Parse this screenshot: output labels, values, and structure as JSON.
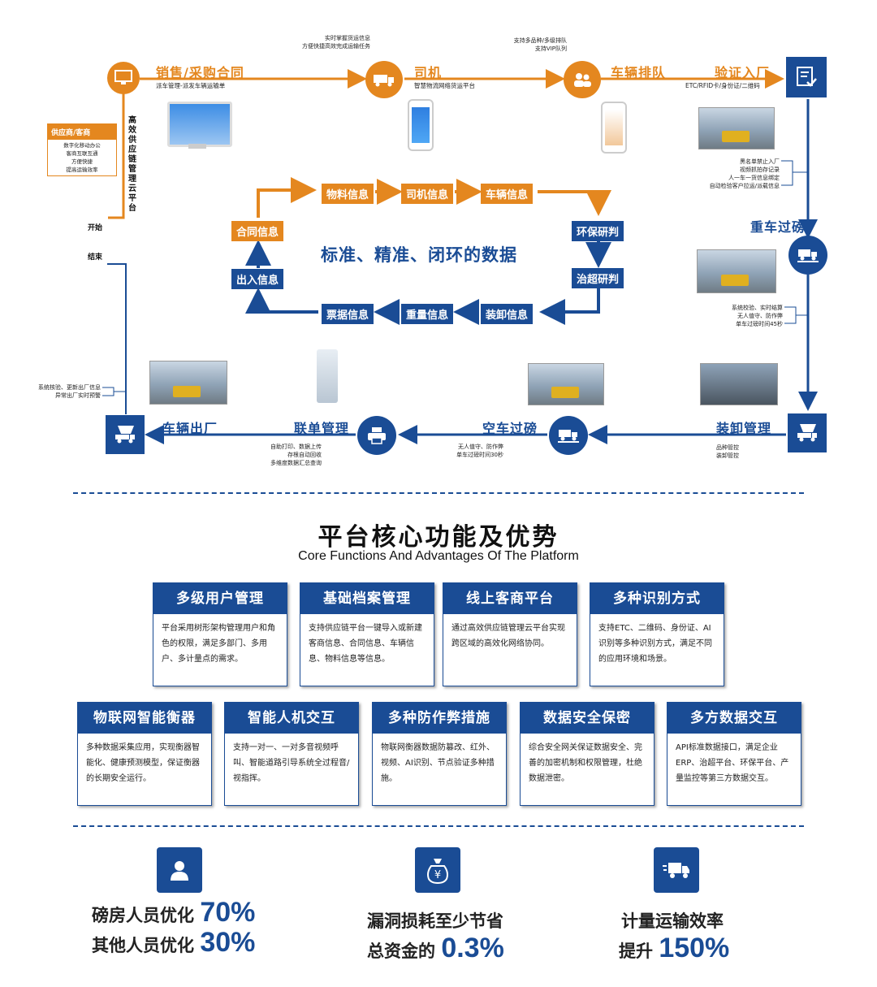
{
  "colors": {
    "orange": "#e4871f",
    "blue": "#1a4c95"
  },
  "flow": {
    "start": "开始",
    "end": "结束",
    "vertical_label": "高效供应链管理云平台",
    "supplier": {
      "title": "供应商/客商",
      "lines": [
        "数字化移动办公",
        "客商互联互通",
        "方便快捷",
        "提高运输效率"
      ]
    },
    "sales": {
      "title": "销售/采购合同",
      "sub": "派车管理-派发车辆运输单",
      "icon": "monitor-icon"
    },
    "driver": {
      "title": "司机",
      "sub": "智慧物流网络货运平台",
      "notes": [
        "实时掌握货运信息",
        "方便快捷高效完成运输任务"
      ],
      "icon": "truck-icon"
    },
    "queue": {
      "title": "车辆排队",
      "notes": [
        "支持多品种/多级排队",
        "支持VIP队列"
      ],
      "icon": "users-icon"
    },
    "verify": {
      "title": "验证入厂",
      "sub": "ETC/RFID卡/身份证/二维码",
      "notes": [
        "黑名单禁止入厂",
        "视频抓拍存记录",
        "人一车一货信息绑定",
        "自动检验客户拉运/派载信息"
      ],
      "icon": "checklist-icon"
    },
    "heavy": {
      "title": "重车过磅",
      "notes": [
        "系统校验、实时结算",
        "无人值守、防作弊",
        "单车过磅时间45秒"
      ]
    },
    "loading": {
      "title": "装卸管理",
      "notes": [
        "品种管控",
        "装卸管控"
      ]
    },
    "empty": {
      "title": "空车过磅",
      "notes": [
        "无人值守、防作弊",
        "单车过磅时间30秒"
      ]
    },
    "joint": {
      "title": "联单管理",
      "notes": [
        "自助打印、数据上传",
        "存根自动回收",
        "多维度数据汇总查询"
      ]
    },
    "exit": {
      "title": "车辆出厂",
      "notes": [
        "系统核验、更新出厂信息",
        "异常出厂实时预警"
      ]
    },
    "loop": {
      "slogan": "标准、精准、闭环的数据",
      "material": "物料信息",
      "driver": "司机信息",
      "vehicle": "车辆信息",
      "env": "环保研判",
      "overload": "治超研判",
      "loadinfo": "装卸信息",
      "weight": "重量信息",
      "ticket": "票据信息",
      "inout": "出入信息",
      "contract": "合同信息"
    }
  },
  "features": {
    "title": "平台核心功能及优势",
    "subtitle": "Core Functions And Advantages Of  The Platform",
    "row1": [
      {
        "title": "多级用户管理",
        "body": "平台采用树形架构管理用户和角色的权限，满足多部门、多用户、多计量点的需求。"
      },
      {
        "title": "基础档案管理",
        "body": "支持供应链平台一键导入或新建客商信息、合同信息、车辆信息、物料信息等信息。"
      },
      {
        "title": "线上客商平台",
        "body": "通过高效供应链管理云平台实现跨区域的高效化网络协同。"
      },
      {
        "title": "多种识别方式",
        "body": "支持ETC、二维码、身份证、AI识别等多种识别方式，满足不同的应用环境和场景。"
      }
    ],
    "row2": [
      {
        "title": "物联网智能衡器",
        "body": "多种数据采集应用，实现衡器智能化、健康预测模型，保证衡器的长期安全运行。"
      },
      {
        "title": "智能人机交互",
        "body": "支持一对一、一对多音视频呼叫、智能道路引导系统全过程音/视指挥。"
      },
      {
        "title": "多种防作弊措施",
        "body": "物联网衡器数据防篡改、红外、视频、AI识别、节点验证多种措施。"
      },
      {
        "title": "数据安全保密",
        "body": "综合安全网关保证数据安全、完善的加密机制和权限管理，杜绝数据泄密。"
      },
      {
        "title": "多方数据交互",
        "body": "API标准数据接口，满足企业ERP、治超平台、环保平台、产量监控等第三方数据交互。"
      }
    ]
  },
  "stats": [
    {
      "icon": "person-icon",
      "line1_text": "磅房人员优化 ",
      "line1_value": "70%",
      "line2_text": "其他人员优化 ",
      "line2_value": "30%"
    },
    {
      "icon": "money-bag-icon",
      "line1_text": "漏洞损耗至少节省",
      "line1_value": "",
      "line2_text": "总资金的 ",
      "line2_value": "0.3%"
    },
    {
      "icon": "delivery-truck-icon",
      "line1_text": "计量运输效率",
      "line1_value": "",
      "line2_text": "提升 ",
      "line2_value": "150%"
    }
  ]
}
